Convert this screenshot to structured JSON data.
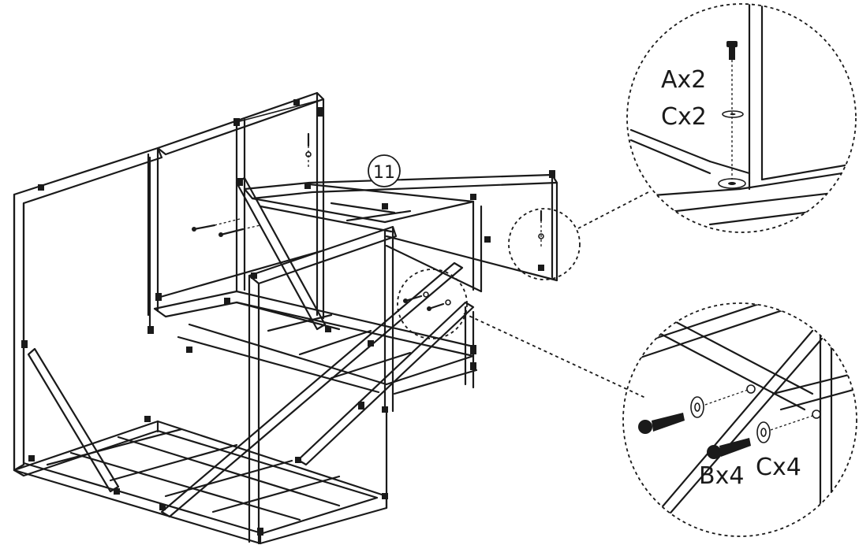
{
  "step": {
    "number": "11"
  },
  "callout_top": {
    "part_a": "Ax2",
    "part_c": "Cx2"
  },
  "callout_bottom": {
    "part_b": "Bx4",
    "part_c": "Cx4"
  }
}
